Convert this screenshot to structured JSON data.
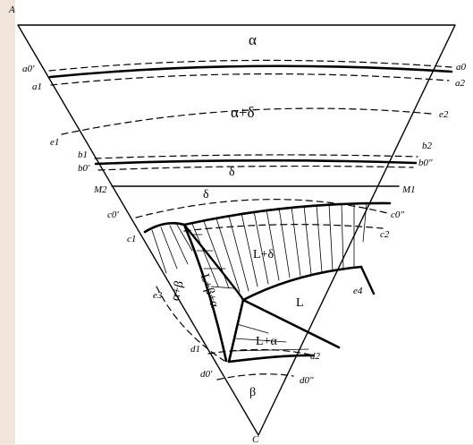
{
  "vertices": {
    "top_left": "A",
    "bottom": "C"
  },
  "left_points": {
    "a0p": "a0'",
    "a1": "a1",
    "e1": "e1",
    "b1": "b1",
    "b0p": "b0'",
    "M2": "M2",
    "c0p": "c0'",
    "c1": "c1",
    "e3": "e3",
    "d1": "d1",
    "d0p": "d0'"
  },
  "right_points": {
    "a0": "a0",
    "a2": "a2",
    "e2": "e2",
    "b2": "b2",
    "b0pp": "b0\"",
    "M1": "M1",
    "c0pp": "c0\"",
    "c2": "c2",
    "e4": "e4",
    "d2": "d2",
    "d0pp": "d0\""
  },
  "phases": {
    "alpha": "α",
    "alpha_delta": "α+δ",
    "delta_1": "δ",
    "delta_2": "δ",
    "L_delta": "L+δ",
    "L": "L",
    "L_alpha": "L+α",
    "alpha_beta": "α+β",
    "L_beta_alpha": "L+β+α",
    "beta": "β"
  },
  "colors": {
    "background": "#f2e6dc",
    "panel": "#ffffff",
    "lines": "#000000"
  }
}
